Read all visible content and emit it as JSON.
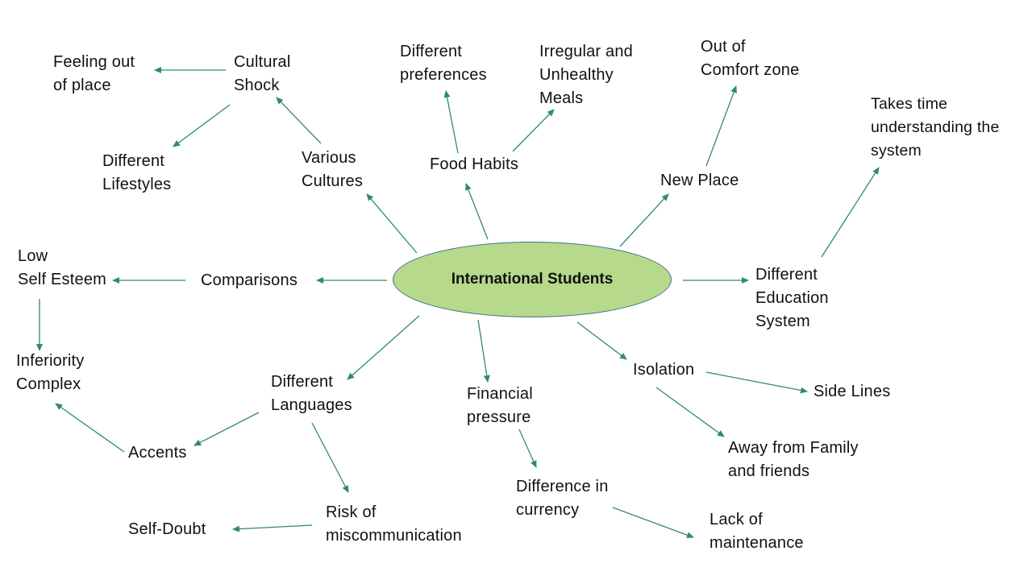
{
  "colors": {
    "arrow": "#2e8b6e",
    "center_fill": "#b6d98b",
    "center_border": "#3f6f8f",
    "text": "#111111"
  },
  "center": {
    "label": "International Students"
  },
  "nodes": {
    "feeling_out": "Feeling out\nof place",
    "cultural_shock": "Cultural\nShock",
    "different_lifestyles": "Different\nLifestyles",
    "various_cultures": "Various\nCultures",
    "different_preferences": "Different\npreferences",
    "irregular_meals": "Irregular and\nUnhealthy\nMeals",
    "food_habits": "Food Habits",
    "out_of_comfort": "Out of\nComfort zone",
    "new_place": "New Place",
    "takes_time": "Takes time\nunderstanding the\nsystem",
    "low_self_esteem": "Low\nSelf Esteem",
    "comparisons": "Comparisons",
    "different_education": "Different\nEducation\nSystem",
    "inferiority_complex": "Inferiority\nComplex",
    "different_languages": "Different\nLanguages",
    "financial_pressure": "Financial\npressure",
    "isolation": "Isolation",
    "side_lines": "Side Lines",
    "accents": "Accents",
    "away_from_family": "Away from Family\nand friends",
    "difference_currency": "Difference in\ncurrency",
    "risk_miscommunication": "Risk of\nmiscommunication",
    "self_doubt": "Self-Doubt",
    "lack_maintenance": "Lack of\nmaintenance"
  }
}
